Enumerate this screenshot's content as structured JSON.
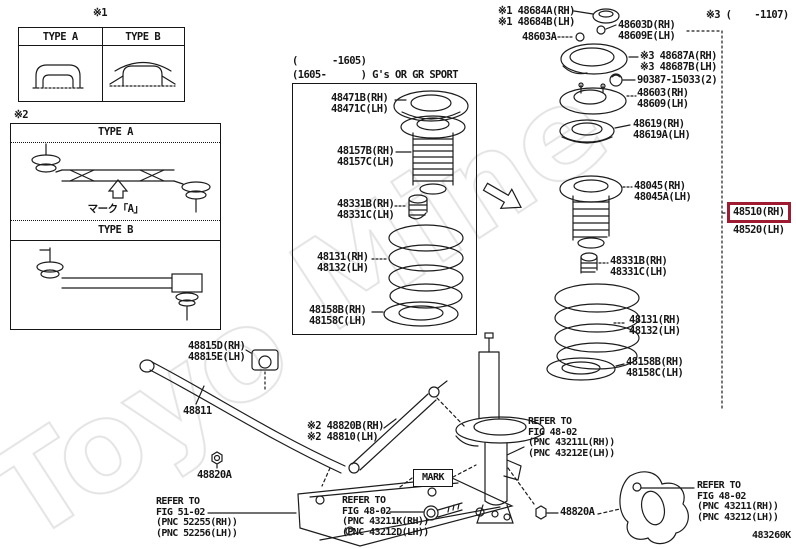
{
  "page": {
    "background": "#ffffff",
    "line_color": "#1c1c1c",
    "highlight_color": "#9e1b32",
    "diagram_code": "483260K",
    "watermark_fragments": [
      "Toyo",
      "Mine"
    ]
  },
  "insets": {
    "note1": "※1",
    "note2": "※2",
    "type_table": {
      "type_a": "TYPE A",
      "type_b": "TYPE B"
    },
    "link_box": {
      "type_a": "TYPE A",
      "type_b": "TYPE B",
      "mark_label": "マーク「A」"
    }
  },
  "variant_caption": {
    "line1": "(      -1605)",
    "line2": "(1605-      ) G's OR GR SPORT"
  },
  "labels": {
    "p48471": {
      "l1": "48471B(RH)",
      "l2": "48471C(LH)"
    },
    "p48157": {
      "l1": "48157B(RH)",
      "l2": "48157C(LH)"
    },
    "p48331_box": {
      "l1": "48331B(RH)",
      "l2": "48331C(LH)"
    },
    "p48131_box": {
      "l1": "48131(RH)",
      "l2": "48132(LH)"
    },
    "p48158_box": {
      "l1": "48158B(RH)",
      "l2": "48158C(LH)"
    },
    "p48684": {
      "l1": "※1 48684A(RH)",
      "l2": "※1 48684B(LH)"
    },
    "p48603d": {
      "l1": "48603D(RH)",
      "l2": "48609E(LH)"
    },
    "p48603a": {
      "l1": "48603A"
    },
    "note3": {
      "l1": "※3 (    -1107)"
    },
    "p48687": {
      "l1": "※3 48687A(RH)",
      "l2": "※3 48687B(LH)"
    },
    "p90387": {
      "l1": "90387-15033(2)"
    },
    "p48603": {
      "l1": "48603(RH)",
      "l2": "48609(LH)"
    },
    "p48619": {
      "l1": "48619(RH)",
      "l2": "48619A(LH)"
    },
    "p48045": {
      "l1": "48045(RH)",
      "l2": "48045A(LH)"
    },
    "p48510": {
      "l1": "48510(RH)"
    },
    "p48520": {
      "l1": "48520(LH)"
    },
    "p48331_r": {
      "l1": "48331B(RH)",
      "l2": "48331C(LH)"
    },
    "p48131_r": {
      "l1": "48131(RH)",
      "l2": "48132(LH)"
    },
    "p48158_r": {
      "l1": "48158B(RH)",
      "l2": "48158C(LH)"
    },
    "p48815": {
      "l1": "48815D(RH)",
      "l2": "48815E(LH)"
    },
    "p48811": {
      "l1": "48811"
    },
    "p48820b": {
      "l1": "※2 48820B(RH)",
      "l2": "※2 48810(LH)"
    },
    "p48820a_left": {
      "l1": "48820A"
    },
    "p48820a_right": {
      "l1": "48820A"
    },
    "mark": {
      "l1": "MARK"
    }
  },
  "refer_blocks": {
    "fig51": {
      "l1": "REFER TO",
      "l2": "FIG 51-02",
      "l3": "(PNC 52255(RH))",
      "l4": "(PNC 52256(LH))"
    },
    "fig48_k": {
      "l1": "REFER TO",
      "l2": "FIG 48-02",
      "l3": "(PNC 43211K(RH))",
      "l4": "(PNC 43212D(LH))"
    },
    "fig48_l": {
      "l1": "REFER TO",
      "l2": "FIG 48-02",
      "l3": "(PNC 43211L(RH))",
      "l4": "(PNC 43212E(LH))"
    },
    "fig48": {
      "l1": "REFER TO",
      "l2": "FIG 48-02",
      "l3": "(PNC 43211(RH))",
      "l4": "(PNC 43212(LH))"
    }
  }
}
